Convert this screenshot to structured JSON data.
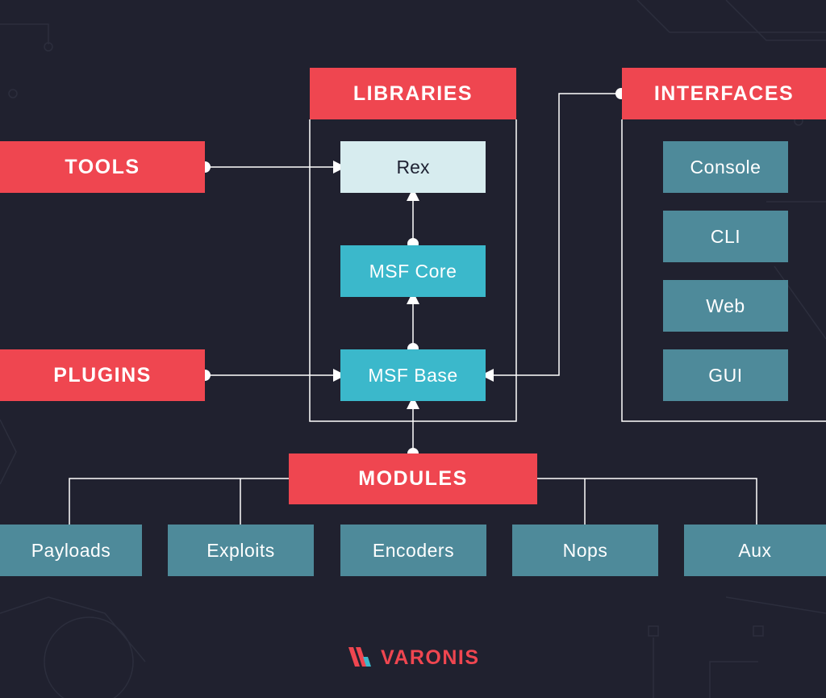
{
  "diagram": {
    "libraries": {
      "title": "LIBRARIES",
      "rex": "Rex",
      "msf_core": "MSF Core",
      "msf_base": "MSF Base"
    },
    "interfaces": {
      "title": "INTERFACES",
      "items": [
        "Console",
        "CLI",
        "Web",
        "GUI"
      ]
    },
    "tools": "TOOLS",
    "plugins": "PLUGINS",
    "modules": {
      "title": "MODULES",
      "items": [
        "Payloads",
        "Exploits",
        "Encoders",
        "Nops",
        "Aux"
      ]
    }
  },
  "brand": {
    "name": "VARONIS",
    "color": "#ef4650",
    "icon": "varonis-logo-icon"
  },
  "colors": {
    "background": "#20212f",
    "accent_red": "#ef4650",
    "core_teal": "#3bb8cb",
    "item_slate": "#4e8a9a",
    "rex_light": "#d7ecef",
    "line": "#ffffff"
  }
}
